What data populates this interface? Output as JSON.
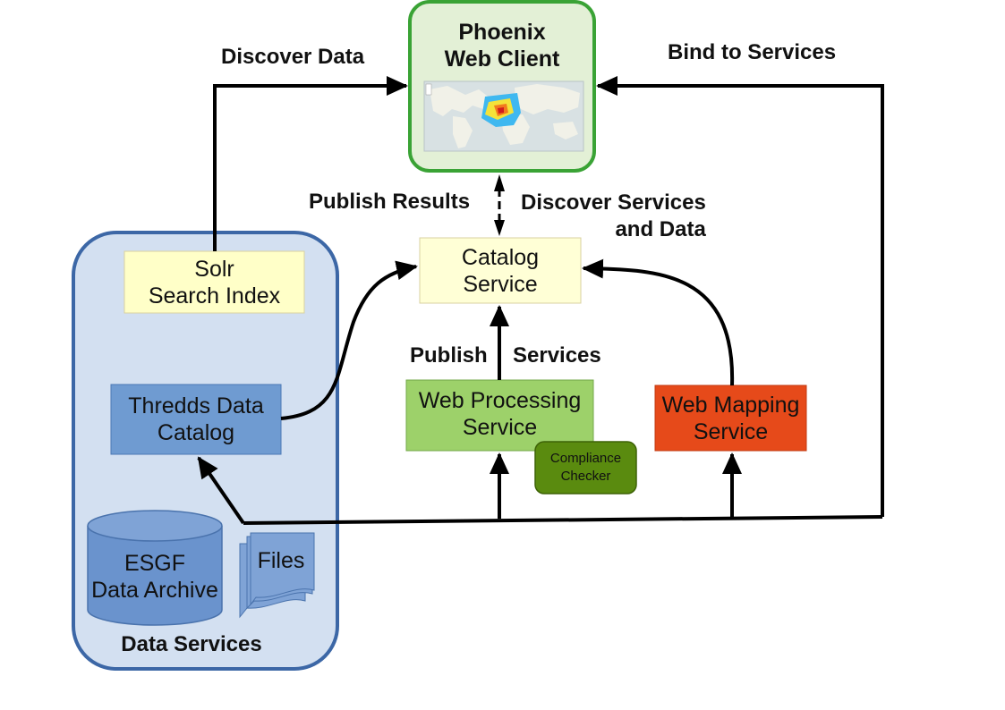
{
  "phoenix": {
    "line1": "Phoenix",
    "line2": "Web Client"
  },
  "edges": {
    "discover_data": "Discover Data",
    "bind_to_services": "Bind to Services",
    "publish_results": "Publish Results",
    "discover_services_1": "Discover Services",
    "discover_services_2": "and Data",
    "publish": "Publish",
    "services": "Services"
  },
  "catalog": {
    "line1": "Catalog",
    "line2": "Service"
  },
  "solr": {
    "line1": "Solr",
    "line2": "Search Index"
  },
  "thredds": {
    "line1": "Thredds Data",
    "line2": "Catalog"
  },
  "wps": {
    "line1": "Web Processing",
    "line2": "Service"
  },
  "wms": {
    "line1": "Web Mapping",
    "line2": "Service"
  },
  "compliance": {
    "line1": "Compliance",
    "line2": "Checker"
  },
  "esgf": {
    "line1": "ESGF",
    "line2": "Data Archive"
  },
  "files": {
    "label": "Files"
  },
  "data_services": {
    "title": "Data Services"
  },
  "colors": {
    "phoenix_fill": "#e3f0d6",
    "phoenix_border": "#3aa335",
    "data_services_fill": "#d3e0f1",
    "data_services_border": "#3c67a6",
    "catalog_fill": "#ffffd6",
    "solr_fill": "#ffffc8",
    "thredds_fill": "#6f9bd1",
    "wps_fill": "#9dd16a",
    "wms_fill": "#e64a1a",
    "compliance_fill": "#5a8b0f"
  }
}
